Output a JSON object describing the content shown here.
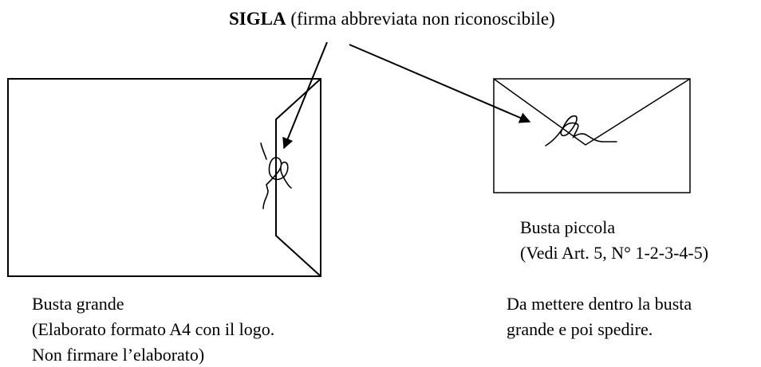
{
  "title": {
    "bold": "SIGLA",
    "rest": " (firma abbreviata non riconoscibile)"
  },
  "big_envelope": {
    "label": "Busta grande",
    "note_line1": "(Elaborato formato A4 con il logo.",
    "note_line2": "Non firmare l’elaborato)"
  },
  "small_envelope": {
    "label": "Busta piccola",
    "note": "(Vedi Art. 5, N° 1-2-3-4-5)"
  },
  "instruction": {
    "line1": "Da mettere dentro la busta",
    "line2": "grande e poi spedire."
  }
}
